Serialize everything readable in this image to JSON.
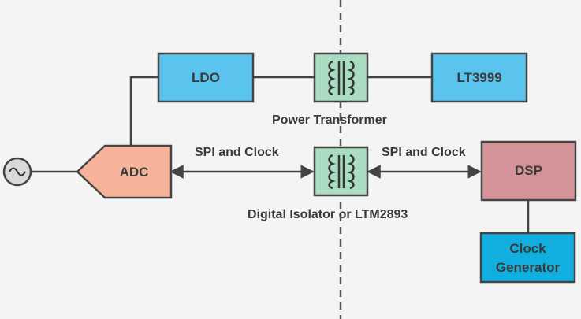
{
  "blocks": {
    "ldo": "LDO",
    "lt3999": "LT3999",
    "adc": "ADC",
    "dsp": "DSP",
    "clock_line1": "Clock",
    "clock_line2": "Generator"
  },
  "labels": {
    "power_transformer": "Power Transformer",
    "spi_left": "SPI and Clock",
    "spi_right": "SPI and Clock",
    "digital_isolator": "Digital Isolator or LTM2893"
  },
  "colors": {
    "blue_block": "#5bc4ee",
    "clock_block": "#12aee0",
    "adc_block": "#f6b39a",
    "dsp_block": "#d5949a",
    "transformer": "#a9dcc1",
    "line": "#444444",
    "text": "#3a3a3a"
  }
}
